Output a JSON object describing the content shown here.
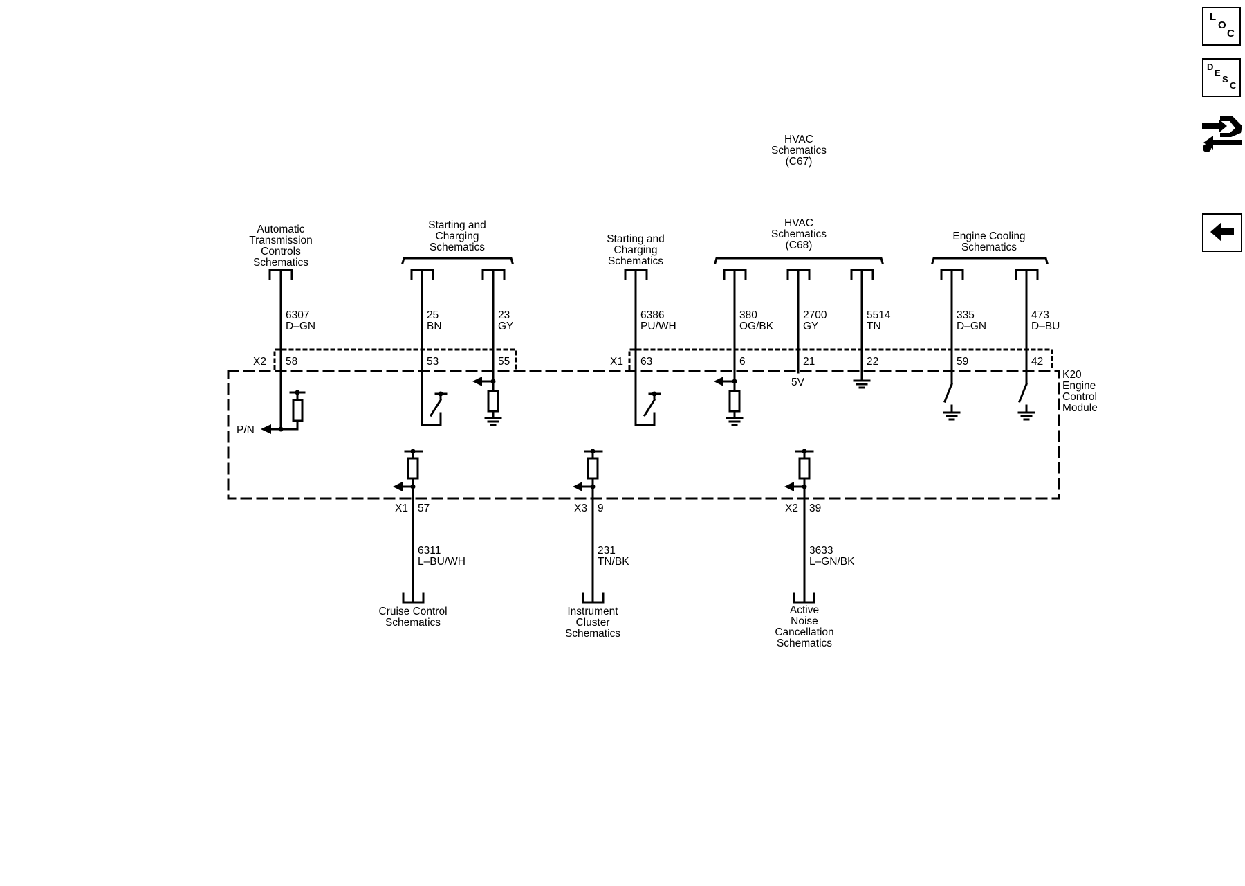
{
  "nav": {
    "loc": {
      "l1": "L",
      "l2": "O",
      "l3": "C"
    },
    "desc": {
      "l1": "D",
      "l2": "E",
      "l3": "S",
      "l4": "C"
    },
    "connector_icon": "connector-end-view-icon",
    "back_icon": "arrow-left-icon"
  },
  "diagram": {
    "module": {
      "l1": "K20",
      "l2": "Engine",
      "l3": "Control",
      "l4": "Module"
    },
    "top_connectors": {
      "x2": "X2",
      "x1": "X1"
    },
    "bottom_connectors": {
      "x1": "X1",
      "x3": "X3",
      "x2": "X2"
    },
    "pn_label": "P/N",
    "v5_label": "5V",
    "hvac_c67": {
      "l1": "HVAC",
      "l2": "Schematics",
      "l3": "(C67)"
    },
    "groups": {
      "atc": {
        "l1": "Automatic",
        "l2": "Transmission",
        "l3": "Controls",
        "l4": "Schematics"
      },
      "sc1": {
        "l1": "Starting and",
        "l2": "Charging",
        "l3": "Schematics"
      },
      "sc2": {
        "l1": "Starting and",
        "l2": "Charging",
        "l3": "Schematics"
      },
      "hvac": {
        "l1": "HVAC",
        "l2": "Schematics",
        "l3": "(C68)"
      },
      "cool": {
        "l1": "Engine Cooling",
        "l2": "Schematics"
      },
      "cruise": {
        "l1": "Cruise Control",
        "l2": "Schematics"
      },
      "ipc": {
        "l1": "Instrument",
        "l2": "Cluster",
        "l3": "Schematics"
      },
      "anc": {
        "l1": "Active",
        "l2": "Noise",
        "l3": "Cancellation",
        "l4": "Schematics"
      }
    },
    "wires": {
      "w6307": {
        "circuit": "6307",
        "color": "D–GN",
        "pin": "58"
      },
      "w25": {
        "circuit": "25",
        "color": "BN",
        "pin": "53"
      },
      "w23": {
        "circuit": "23",
        "color": "GY",
        "pin": "55"
      },
      "w6386": {
        "circuit": "6386",
        "color": "PU/WH",
        "pin": "63"
      },
      "w380": {
        "circuit": "380",
        "color": "OG/BK",
        "pin": "6"
      },
      "w2700": {
        "circuit": "2700",
        "color": "GY",
        "pin": "21"
      },
      "w5514": {
        "circuit": "5514",
        "color": "TN",
        "pin": "22"
      },
      "w335": {
        "circuit": "335",
        "color": "D–GN",
        "pin": "59"
      },
      "w473": {
        "circuit": "473",
        "color": "D–BU",
        "pin": "42"
      },
      "w6311": {
        "circuit": "6311",
        "color": "L–BU/WH",
        "pin": "57"
      },
      "w231": {
        "circuit": "231",
        "color": "TN/BK",
        "pin": "9"
      },
      "w3633": {
        "circuit": "3633",
        "color": "L–GN/BK",
        "pin": "39"
      }
    }
  }
}
